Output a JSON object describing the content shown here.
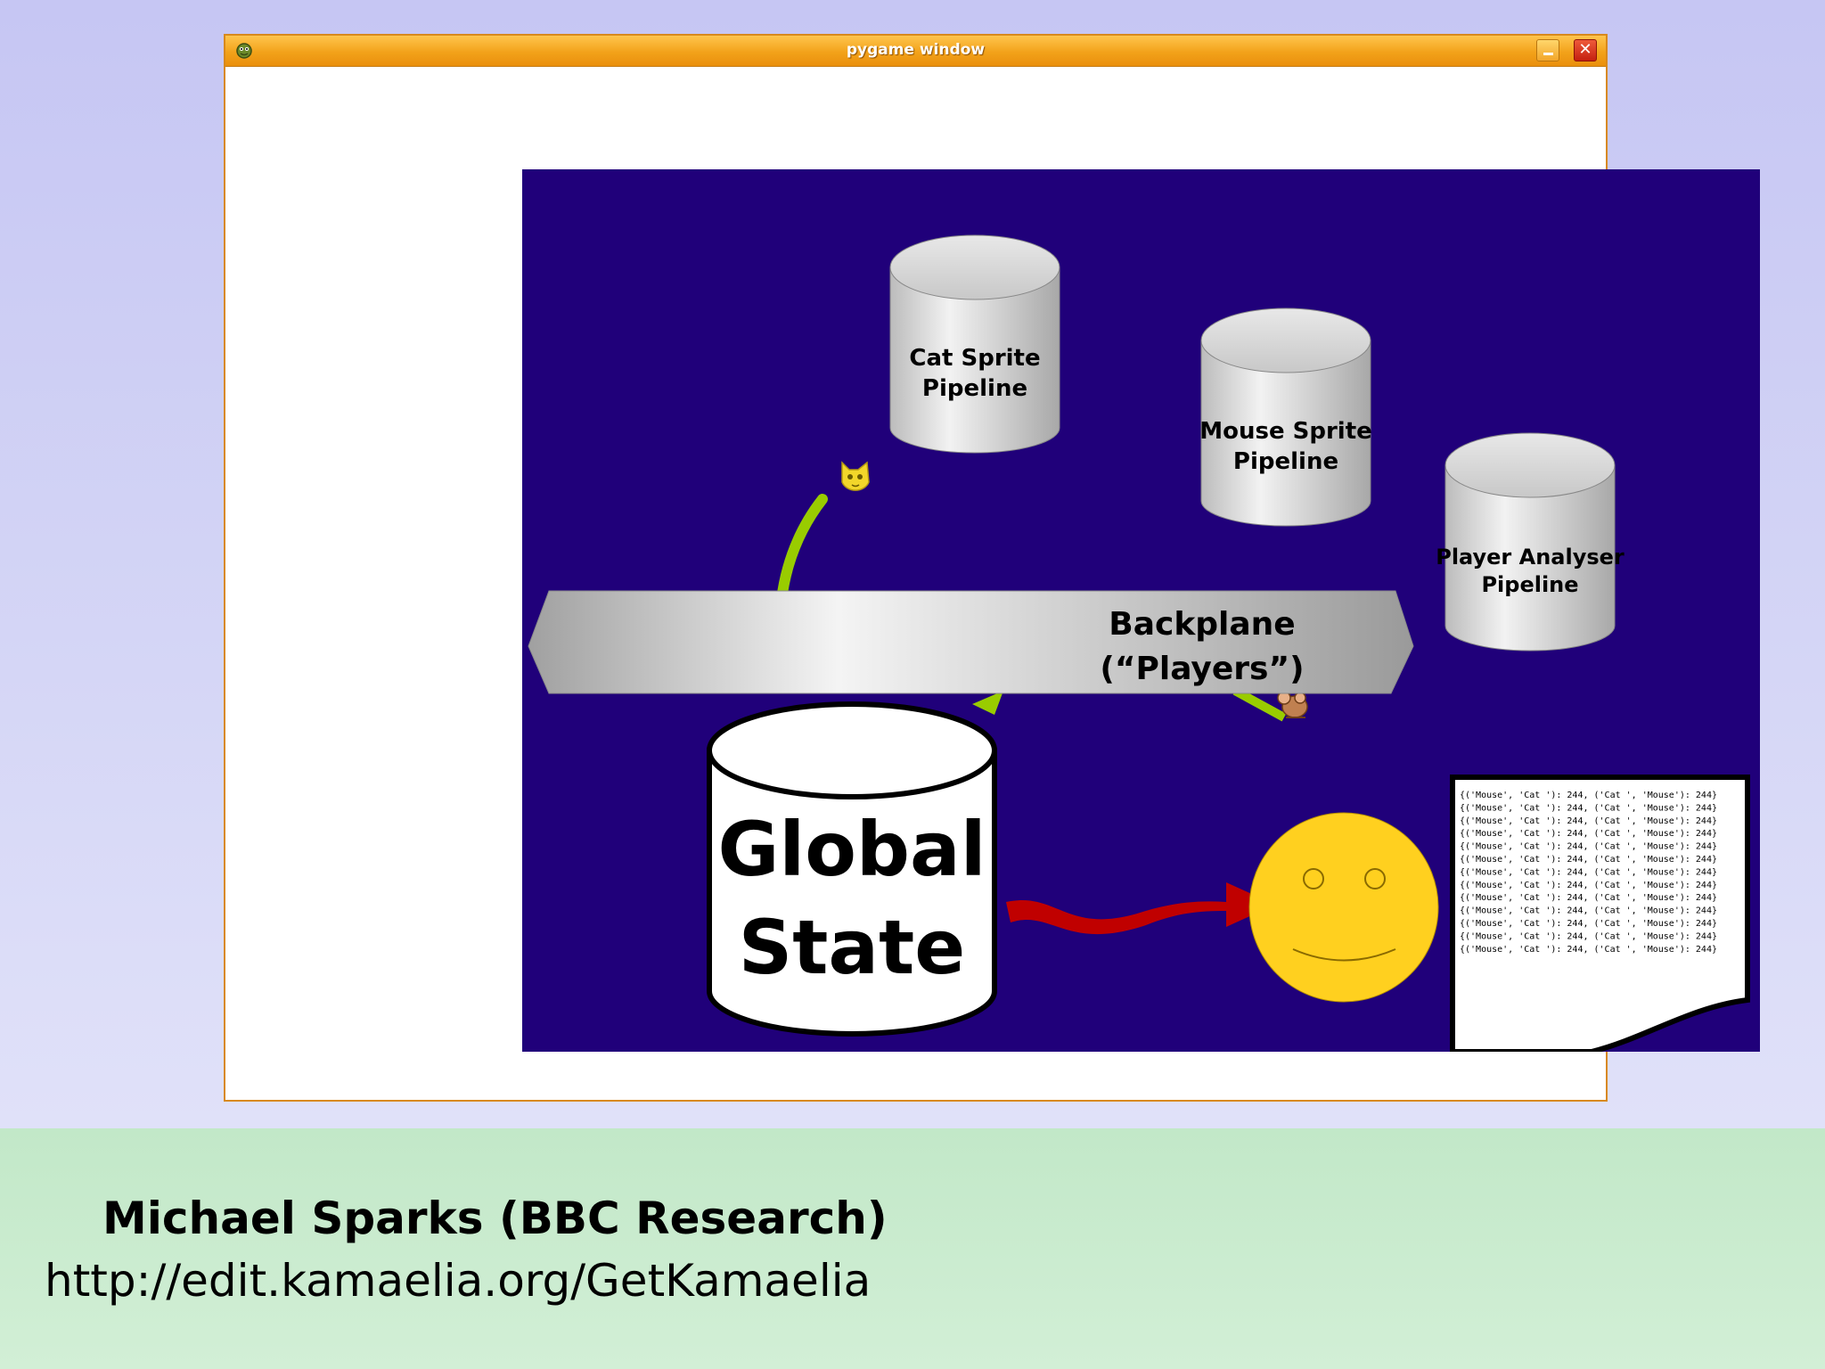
{
  "window": {
    "title": "pygame window",
    "app_icon": "pygame-snake-icon",
    "minimize_icon": "minimize-icon",
    "close_icon": "close-icon"
  },
  "diagram": {
    "cat_pipeline": {
      "line1": "Cat Sprite",
      "line2": "Pipeline"
    },
    "mouse_pipeline": {
      "line1": "Mouse Sprite",
      "line2": "Pipeline"
    },
    "player_pipeline": {
      "line1": "Player Analyser",
      "line2": "Pipeline"
    },
    "backplane": {
      "line1": "Backplane",
      "line2": "(“Players”)"
    },
    "global_state": {
      "line1": "Global",
      "line2": "State"
    },
    "log_lines": [
      "{('Mouse', 'Cat '): 244, ('Cat ', 'Mouse'): 244}",
      "{('Mouse', 'Cat '): 244, ('Cat ', 'Mouse'): 244}",
      "{('Mouse', 'Cat '): 244, ('Cat ', 'Mouse'): 244}",
      "{('Mouse', 'Cat '): 244, ('Cat ', 'Mouse'): 244}",
      "{('Mouse', 'Cat '): 244, ('Cat ', 'Mouse'): 244}",
      "{('Mouse', 'Cat '): 244, ('Cat ', 'Mouse'): 244}",
      "{('Mouse', 'Cat '): 244, ('Cat ', 'Mouse'): 244}",
      "{('Mouse', 'Cat '): 244, ('Cat ', 'Mouse'): 244}",
      "{('Mouse', 'Cat '): 244, ('Cat ', 'Mouse'): 244}",
      "{('Mouse', 'Cat '): 244, ('Cat ', 'Mouse'): 244}",
      "{('Mouse', 'Cat '): 244, ('Cat ', 'Mouse'): 244}",
      "{('Mouse', 'Cat '): 244, ('Cat ', 'Mouse'): 244}",
      "{('Mouse', 'Cat '): 244, ('Cat ', 'Mouse'): 244}"
    ],
    "colors": {
      "canvas_bg": "#20007a",
      "green_arrow": "#99cc00",
      "red_arrow": "#c00000",
      "smiley": "#ffd01f"
    },
    "sprites": [
      "cat-sprite-icon",
      "mouse-sprite-icon",
      "smiley-face-icon"
    ]
  },
  "credits": {
    "author": "Michael Sparks (BBC Research)",
    "url": "http://edit.kamaelia.org/GetKamaelia"
  }
}
